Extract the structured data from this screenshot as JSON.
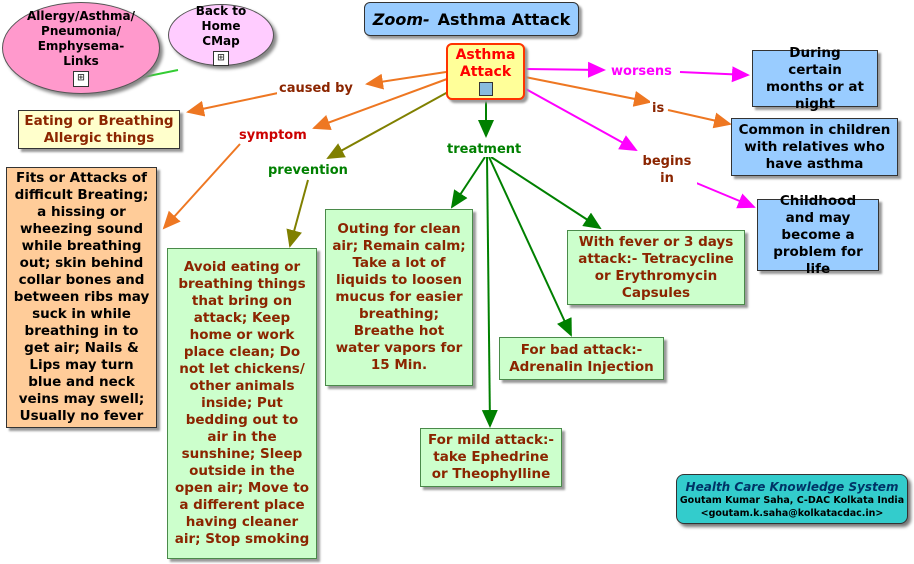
{
  "title": {
    "prefix": "Zoom-",
    "text": "Asthma Attack"
  },
  "nav": {
    "links_button": "Allergy/Asthma/ Pneumonia/ Emphysema- Links",
    "home_button": "Back to Home CMap",
    "cmap_icon": "cmap-icon"
  },
  "central": {
    "label": "Asthma Attack",
    "icon": "image-icon"
  },
  "linking_phrases": {
    "caused_by": "caused by",
    "symptom": "symptom",
    "prevention": "prevention",
    "treatment": "treatment",
    "worsens": "worsens",
    "is": "is",
    "begins_in": "begins in"
  },
  "concepts": {
    "cause": "Eating or Breathing Allergic things",
    "symptoms": "Fits or Attacks of difficult Breating; a hissing or wheezing sound while breathing out; skin behind collar bones and between ribs may suck in while breathing in to get air; Nails & Lips may turn blue and neck veins may swell; Usually no fever",
    "prevention": "Avoid eating or breathing things that bring on attack; Keep home or work place clean; Do not let chickens/ other animals inside; Put bedding out to air in the sunshine; Sleep outside in the open air;  Move to a different place having cleaner air; Stop smoking",
    "treatment_general": "Outing for clean air; Remain calm; Take a lot of liquids to loosen mucus for easier breathing; Breathe hot water vapors for 15 Min.",
    "treatment_mild": "For mild attack:- take Ephedrine or Theophylline",
    "treatment_bad": "For bad attack:- Adrenalin Injection",
    "treatment_fever": "With fever or 3 days attack:- Tetracycline or Erythromycin Capsules",
    "worsens": "During certain months or at night",
    "is": "Common in children with relatives who have asthma",
    "begins_in": "Childhood and may become a problem for life"
  },
  "credit": {
    "system": "Health Care Knowledge System",
    "author": "Goutam Kumar Saha, C-DAC Kolkata India",
    "email": "<goutam.k.saha@kolkatacdac.in>"
  },
  "colors": {
    "orange_link": "#ee7722",
    "olive_link": "#808000",
    "green_link": "#008000",
    "magenta_link": "#ff00ff",
    "concept_green": "#ccffcc",
    "concept_blue": "#99ccff",
    "concept_peach": "#ffcc99",
    "central_fill": "#ffff99",
    "central_border": "#ff3300",
    "links_ellipse": "#ff99cc",
    "home_ellipse": "#ffccff",
    "credit_fill": "#33cccc"
  }
}
